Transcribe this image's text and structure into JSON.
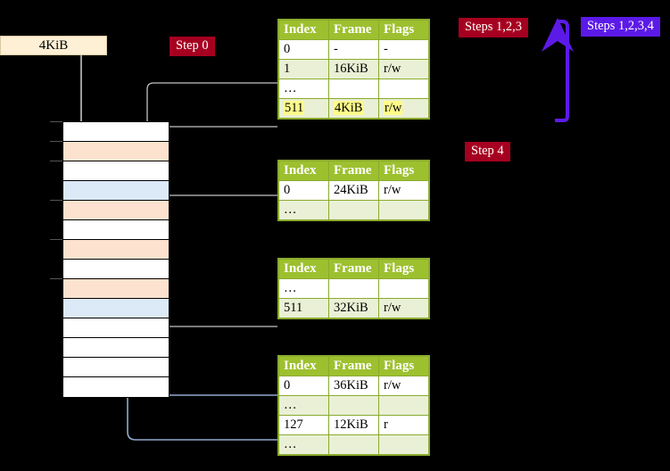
{
  "diagram": {
    "title_badges": {
      "step0": "Step 0",
      "step4": "Step 4",
      "steps123": "Steps 1,2,3",
      "steps1234": "Steps 1,2,3,4"
    },
    "frame_label": "4KiB",
    "columns": [
      "Index",
      "Frame",
      "Flags"
    ],
    "ellipsis": "…",
    "tables": [
      {
        "name": "pml4-table",
        "rows": [
          {
            "index": "0",
            "frame": "-",
            "flags": "-",
            "style": "plain",
            "highlight": false
          },
          {
            "index": "1",
            "frame": "16KiB",
            "flags": "r/w",
            "style": "alt",
            "highlight": false
          },
          {
            "index": "…",
            "frame": "",
            "flags": "",
            "style": "plain",
            "highlight": false
          },
          {
            "index": "511",
            "frame": "4KiB",
            "flags": "r/w",
            "style": "alt",
            "highlight": true
          }
        ]
      },
      {
        "name": "pdpt-table",
        "rows": [
          {
            "index": "0",
            "frame": "24KiB",
            "flags": "r/w",
            "style": "plain",
            "highlight": false
          },
          {
            "index": "…",
            "frame": "",
            "flags": "",
            "style": "alt",
            "highlight": false
          }
        ]
      },
      {
        "name": "pd-table",
        "rows": [
          {
            "index": "…",
            "frame": "",
            "flags": "",
            "style": "plain",
            "highlight": false
          },
          {
            "index": "511",
            "frame": "32KiB",
            "flags": "r/w",
            "style": "alt",
            "highlight": false
          }
        ]
      },
      {
        "name": "pt-table",
        "rows": [
          {
            "index": "0",
            "frame": "36KiB",
            "flags": "r/w",
            "style": "plain",
            "highlight": false
          },
          {
            "index": "…",
            "frame": "",
            "flags": "",
            "style": "alt",
            "highlight": false
          },
          {
            "index": "127",
            "frame": "12KiB",
            "flags": "r",
            "style": "plain",
            "highlight": false
          },
          {
            "index": "…",
            "frame": "",
            "flags": "",
            "style": "alt",
            "highlight": false
          }
        ]
      }
    ],
    "memory_rows": [
      {
        "fill": "white"
      },
      {
        "fill": "peach"
      },
      {
        "fill": "white"
      },
      {
        "fill": "blue"
      },
      {
        "fill": "peach"
      },
      {
        "fill": "white"
      },
      {
        "fill": "peach"
      },
      {
        "fill": "white"
      },
      {
        "fill": "peach"
      },
      {
        "fill": "blue"
      },
      {
        "fill": "white"
      },
      {
        "fill": "white"
      },
      {
        "fill": "white"
      },
      {
        "fill": "white"
      }
    ],
    "colors": {
      "background": "#000000",
      "table_header": "#9dc02f",
      "table_alt_row": "#eaf0d5",
      "highlight": "#fffb8a",
      "badge_crimson": "#a60020",
      "badge_violet": "#5c1ae8",
      "memory_peach": "#fde3cf",
      "memory_blue": "#dce9f7",
      "frame_box": "#fdf0d5",
      "wire_grey": "#b8b8b8",
      "wire_blue": "#8fa9cd"
    }
  }
}
